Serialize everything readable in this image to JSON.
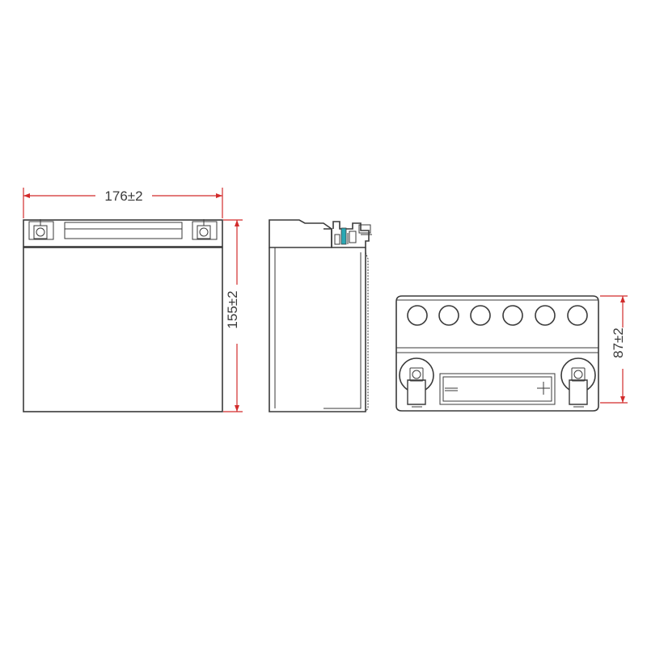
{
  "colors": {
    "dimension_line": "#d22b2b",
    "outline": "#3a3a3a",
    "valve_accent": "#2aa8b4"
  },
  "dimensions": {
    "length": "176±2",
    "height": "155±2",
    "width": "87±2"
  },
  "views": {
    "front": {
      "cover_cells": 0
    },
    "side": {
      "has_valve": true
    },
    "top": {
      "cell_caps": 6,
      "terminals": 2
    }
  }
}
